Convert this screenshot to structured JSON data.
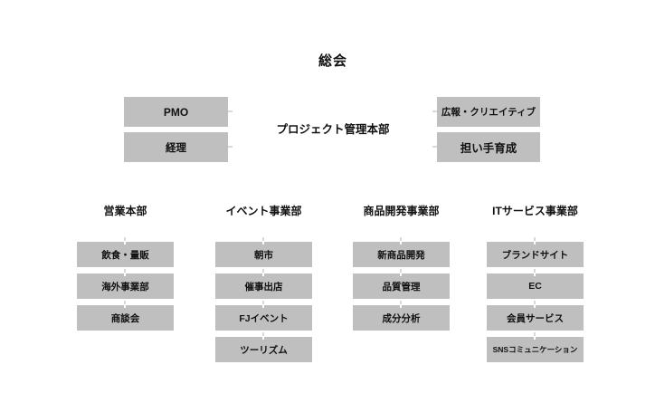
{
  "title": "総会",
  "management": {
    "label": "プロジェクト管理本部",
    "left": [
      "PMO",
      "経理"
    ],
    "right": [
      "広報・クリエイティブ",
      "担い手育成"
    ]
  },
  "departments": [
    {
      "name": "営業本部",
      "items": [
        "飲食・量販",
        "海外事業部",
        "商談会"
      ]
    },
    {
      "name": "イベント事業部",
      "items": [
        "朝市",
        "催事出店",
        "FJイベント",
        "ツーリズム"
      ]
    },
    {
      "name": "商品開発事業部",
      "items": [
        "新商品開発",
        "品質管理",
        "成分分析"
      ]
    },
    {
      "name": "ITサービス事業部",
      "items": [
        "ブランドサイト",
        "EC",
        "会員サービス",
        "SNSコミュニケーション"
      ]
    }
  ],
  "colors": {
    "background": "#ffffff",
    "box_gray": "#bfbfbf",
    "connector_gray": "#d9d9d9",
    "text": "#111111"
  }
}
